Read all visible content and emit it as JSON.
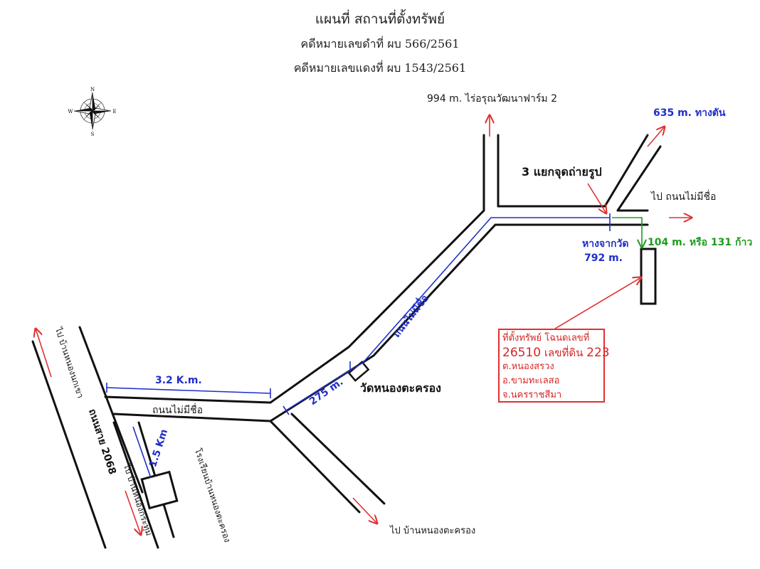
{
  "header": {
    "title": "แผนที่ สถานที่ตั้งทรัพย์",
    "case_black": "คดีหมายเลขดำที่  ผบ 566/2561",
    "case_red": "คดีหมายเลขแดงที่ ผบ 1543/2561"
  },
  "compass": {
    "n": "N",
    "s": "S",
    "e": "E",
    "w": "W"
  },
  "labels": {
    "farm": "994 m. ไร่อรุณวัฒนาฟาร์ม 2",
    "dead_end": "635 m. ทางตัน",
    "photo_point": "3 แยกจุดถ่ายรูป",
    "unnamed_right": "ไป ถนนไม่มีชื่อ",
    "from_temple": "หางจากวัด",
    "from_temple_dist": "792 m.",
    "walk_dist": "104 m. หรือ 131 ก้าว",
    "road_diag": "ถนนไม่มีชื่อ",
    "dist_275": "275 m.",
    "temple": "วัดหนองตะครอง",
    "dist_3_2": "3.2 K.m.",
    "unnamed_lower": "ถนนไม่มีชื่อ",
    "dist_1_5": "1.5 Km",
    "highway": "ถนนสาย 2068",
    "to_left_top": "ไป บ้านหนองนกเขา",
    "to_left_bottom": "ไป บ้านหนองกระทุ่ม",
    "school": "โรงเรียนบ้านหนองตะครอง",
    "to_village": "ไป บ้านหนองตะครอง"
  },
  "info_box": {
    "line1": "ที่ตั้งทรัพย์ โฉนดเลขที่",
    "deed_no": "26510",
    "parcel_label": "เลขที่ดิน",
    "parcel_no": "223",
    "subdistrict": "ต.หนองสรวง",
    "district": "อ.ขามทะเลสอ",
    "province": "จ.นครราชสีมา"
  },
  "colors": {
    "route": "#1f2fc8",
    "arrow": "#e03131",
    "walk": "#1e9b1e",
    "road": "#111111"
  }
}
